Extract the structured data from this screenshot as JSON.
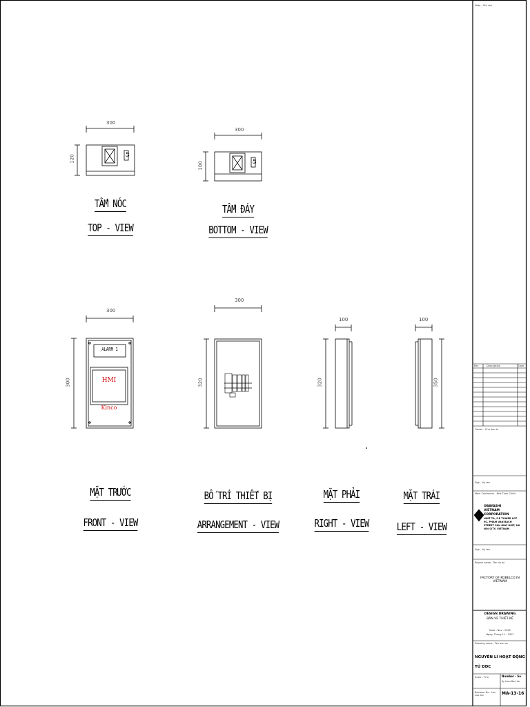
{
  "views": {
    "top": {
      "vn": "TẤM NÓC",
      "en": "TOP - VIEW",
      "w": "300",
      "h": "120"
    },
    "bottom": {
      "vn": "TẤM ĐÁY",
      "en": "BOTTOM - VIEW",
      "w": "300",
      "h": "100"
    },
    "front": {
      "vn": "MẶT TRƯỚC",
      "en": "FRONT - VIEW",
      "w": "300",
      "h": "300",
      "alarm": "ALARM 1",
      "hmi": "HMI",
      "brand": "Kinco"
    },
    "arrangement": {
      "vn": "BỐ TRÍ THIẾT BỊ",
      "en": "ARRANGEMENT - VIEW",
      "w": "300",
      "h": "320"
    },
    "right": {
      "vn": "MẶT PHẢI",
      "en": "RIGHT - VIEW",
      "w": "100",
      "h": "320"
    },
    "left": {
      "vn": "MẶT TRÁI",
      "en": "LEFT - VIEW",
      "w": "100",
      "h": "350"
    }
  },
  "title_block": {
    "note": "Note - Ghi chu",
    "revision_headers": [
      "Rev",
      "Description",
      "Date"
    ],
    "owner": "Owner - Chu dau tu",
    "sign1": "Sign - Ky ten",
    "contractor": "Main Contractor - Nha Thau Chinh",
    "company": "OBAYASHI VIETNAM CORPORATION",
    "address": "UNIT 7A, F.E TOWER LOT 9C, PHAM VAN BACH STREET CAU GIAY DIST, HA NOI CITY, VIETNAM",
    "sign2": "Sign - Ky ten",
    "project_label": "Project name - Ten du an",
    "project": "FACTORY OF KOBELCO IN VIETNAM",
    "design_en": "DESIGN DRAWING",
    "design_vn": "BẢN VẼ THIẾT KẾ",
    "date_line1": "Date : Nov - 2022",
    "date_line2": "Ngay: Thang 11 - 2022",
    "drawing_label": "Drawing name - Ten ban ve",
    "drawing_name_1": "NGUYÊN LÍ HOẠT ĐỘNG",
    "drawing_name_2": "TỦ DDC",
    "scale_label": "Scale - Ti le",
    "number_label": "Number - So",
    "number_sub": "Ky hieu Ban Ve",
    "revision_label": "Revision No - Lan sua doi",
    "drawing_no": "MA-13-16"
  }
}
